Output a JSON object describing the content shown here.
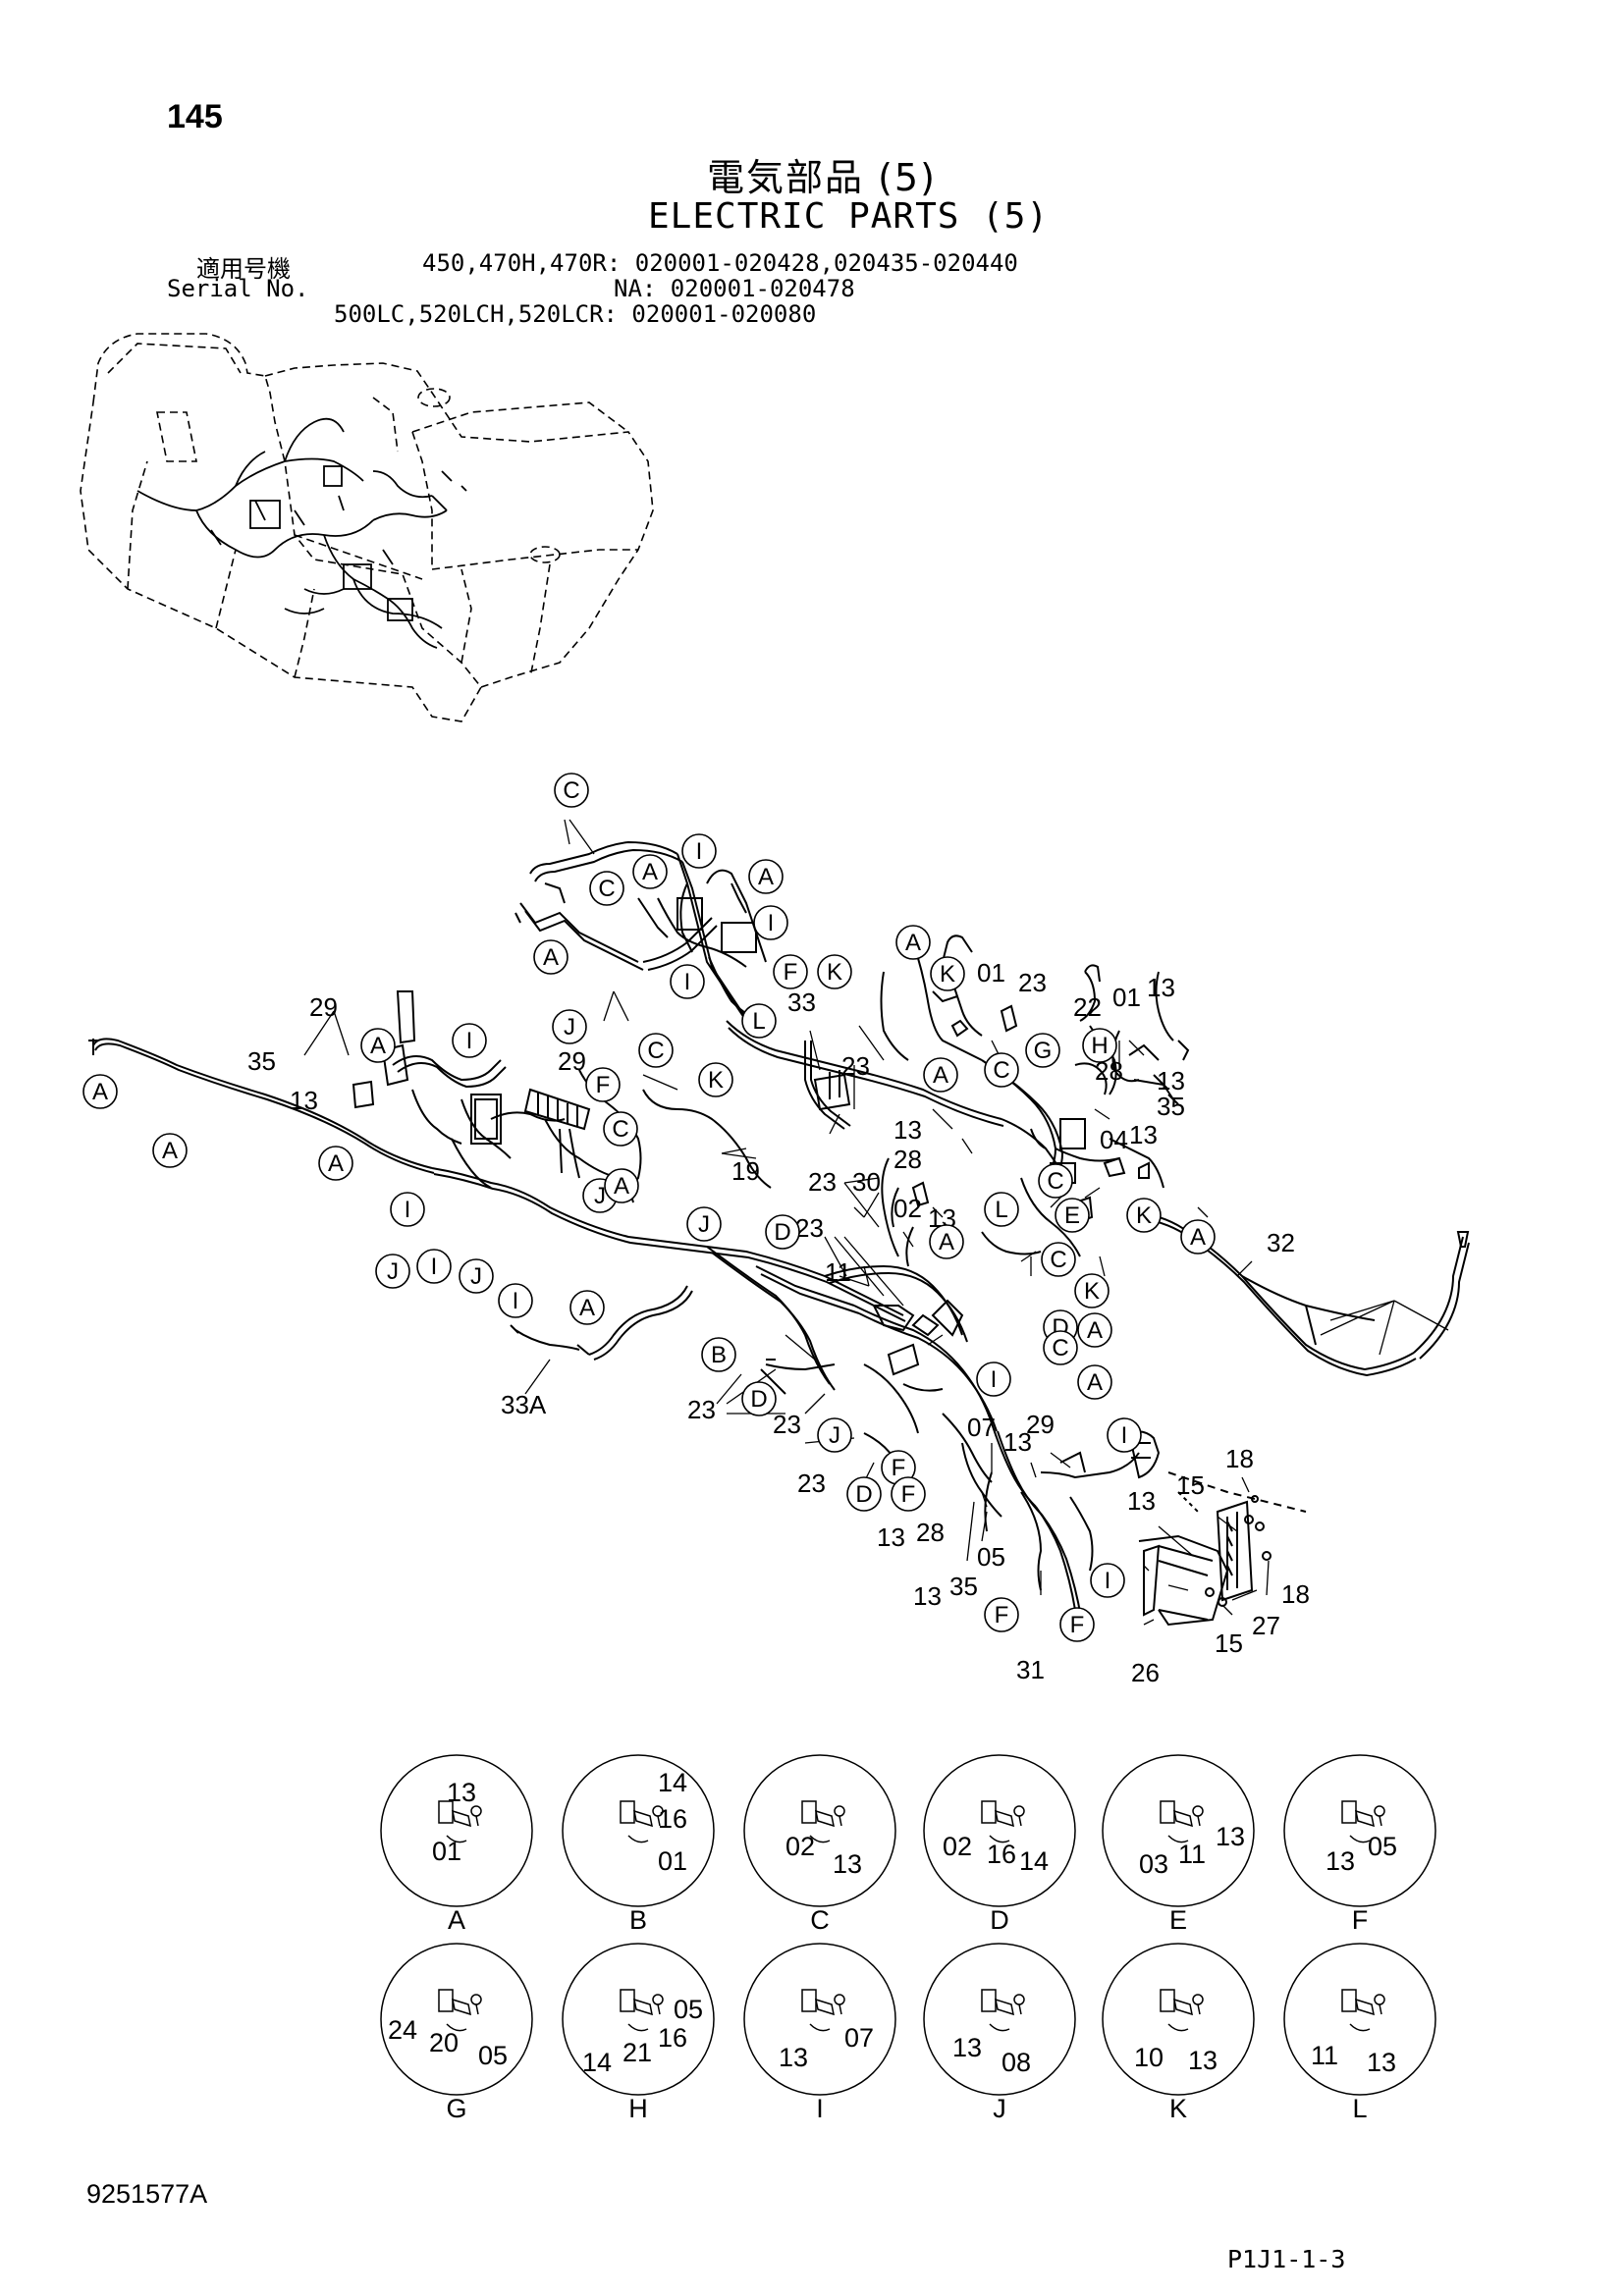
{
  "header": {
    "page_number": "145",
    "title_jp": "電気部品 (5)",
    "title_en": "ELECTRIC PARTS (5)",
    "serial_label_jp": "適用号機",
    "serial_label_en": "Serial No.",
    "serial_lines": [
      "450,470H,470R: 020001-020428,020435-020440",
      "NA: 020001-020478",
      "500LC,520LCH,520LCR: 020001-020080"
    ]
  },
  "main_diagram": {
    "callouts": [
      {
        "id": "c29a",
        "label": "29"
      },
      {
        "id": "c35a",
        "label": "35"
      },
      {
        "id": "c13a",
        "label": "13"
      },
      {
        "id": "c29b",
        "label": "29"
      },
      {
        "id": "c33",
        "label": "33"
      },
      {
        "id": "c19",
        "label": "19"
      },
      {
        "id": "c23a",
        "label": "23"
      },
      {
        "id": "c23b",
        "label": "23"
      },
      {
        "id": "c30",
        "label": "30"
      },
      {
        "id": "c01a",
        "label": "01"
      },
      {
        "id": "c23c",
        "label": "23"
      },
      {
        "id": "c22",
        "label": "22"
      },
      {
        "id": "c01b",
        "label": "01"
      },
      {
        "id": "c13b",
        "label": "13"
      },
      {
        "id": "c28a",
        "label": "28"
      },
      {
        "id": "c13c",
        "label": "13"
      },
      {
        "id": "c35b",
        "label": "35"
      },
      {
        "id": "c04",
        "label": "04"
      },
      {
        "id": "c13d",
        "label": "13"
      },
      {
        "id": "c13e",
        "label": "13"
      },
      {
        "id": "c28b",
        "label": "28"
      },
      {
        "id": "c23d",
        "label": "23"
      },
      {
        "id": "c02",
        "label": "02"
      },
      {
        "id": "c13f",
        "label": "13"
      },
      {
        "id": "c11",
        "label": "11"
      },
      {
        "id": "c32",
        "label": "32"
      },
      {
        "id": "c33A",
        "label": "33A"
      },
      {
        "id": "c23e",
        "label": "23"
      },
      {
        "id": "c23f",
        "label": "23"
      },
      {
        "id": "c23g",
        "label": "23"
      },
      {
        "id": "c07",
        "label": "07"
      },
      {
        "id": "c13g",
        "label": "13"
      },
      {
        "id": "c29c",
        "label": "29"
      },
      {
        "id": "c18a",
        "label": "18"
      },
      {
        "id": "c15a",
        "label": "15"
      },
      {
        "id": "c13h",
        "label": "13"
      },
      {
        "id": "c13i",
        "label": "13"
      },
      {
        "id": "c28c",
        "label": "28"
      },
      {
        "id": "c05",
        "label": "05"
      },
      {
        "id": "c13j",
        "label": "13"
      },
      {
        "id": "c35c",
        "label": "35"
      },
      {
        "id": "c18b",
        "label": "18"
      },
      {
        "id": "c27",
        "label": "27"
      },
      {
        "id": "c15b",
        "label": "15"
      },
      {
        "id": "c31",
        "label": "31"
      },
      {
        "id": "c26",
        "label": "26"
      }
    ],
    "letter_markers": [
      "C",
      "A",
      "I",
      "A",
      "C",
      "I",
      "A",
      "I",
      "F",
      "K",
      "K",
      "A",
      "I",
      "J",
      "C",
      "L",
      "K",
      "C",
      "G",
      "H",
      "A",
      "A",
      "A",
      "I",
      "J",
      "I",
      "J",
      "I",
      "F",
      "C",
      "J",
      "A",
      "J",
      "D",
      "E",
      "K",
      "C",
      "A",
      "L",
      "C",
      "D",
      "K",
      "A",
      "B",
      "C",
      "D",
      "I",
      "A",
      "J",
      "I",
      "F",
      "D",
      "F",
      "I",
      "F",
      "F",
      "A",
      "A",
      "A",
      "A"
    ]
  },
  "details": [
    {
      "letter": "A",
      "parts": [
        "13",
        "01"
      ]
    },
    {
      "letter": "B",
      "parts": [
        "14",
        "16",
        "01"
      ]
    },
    {
      "letter": "C",
      "parts": [
        "02",
        "13"
      ]
    },
    {
      "letter": "D",
      "parts": [
        "02",
        "16",
        "14"
      ]
    },
    {
      "letter": "E",
      "parts": [
        "03",
        "11",
        "13"
      ]
    },
    {
      "letter": "F",
      "parts": [
        "13",
        "05"
      ]
    },
    {
      "letter": "G",
      "parts": [
        "24",
        "20",
        "05"
      ]
    },
    {
      "letter": "H",
      "parts": [
        "05",
        "14",
        "21",
        "16"
      ]
    },
    {
      "letter": "I",
      "parts": [
        "13",
        "07"
      ]
    },
    {
      "letter": "J",
      "parts": [
        "13",
        "08"
      ]
    },
    {
      "letter": "K",
      "parts": [
        "10",
        "13"
      ]
    },
    {
      "letter": "L",
      "parts": [
        "11",
        "13"
      ]
    }
  ],
  "footer": {
    "drawing_number": "9251577A",
    "sheet_code": "P1J1-1-3"
  }
}
